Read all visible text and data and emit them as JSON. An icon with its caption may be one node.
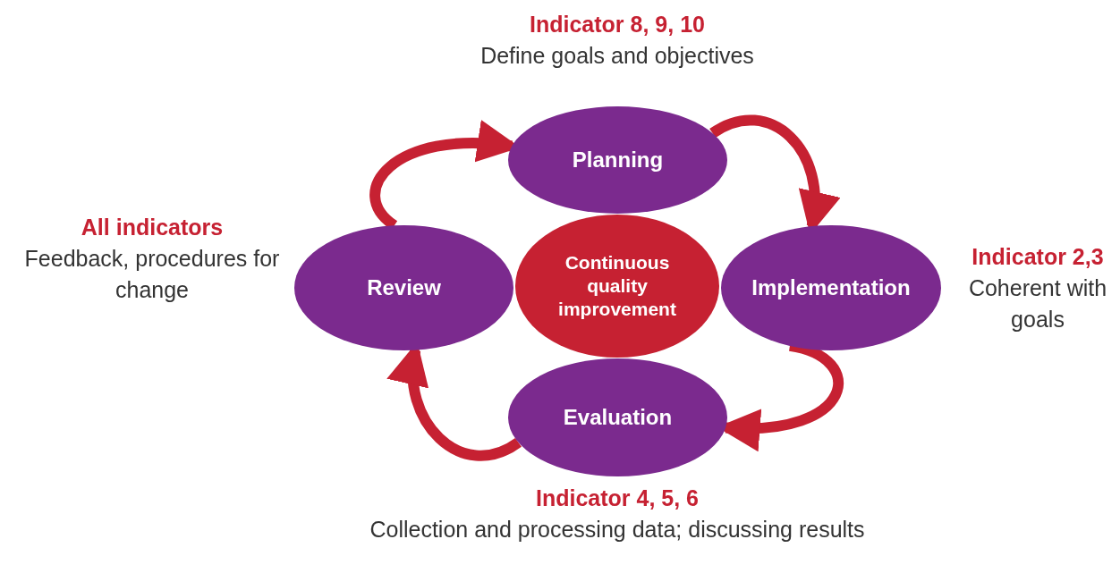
{
  "diagram": {
    "nodes": [
      {
        "text": [
          "Planning"
        ],
        "beside": [
          "Indicator 8, 9, 10",
          "Define goals and objectives"
        ]
      },
      {
        "text": [
          "Review"
        ],
        "beside": [
          "All indicators",
          "Feedback, procedures for change"
        ]
      },
      {
        "text": [
          "Continuous quality improvement"
        ]
      },
      {
        "text": [
          "Implementation"
        ],
        "beside": [
          "Indicator 2,3",
          "Coherent with goals"
        ]
      },
      {
        "text": [
          "Evaluation"
        ],
        "beside": [
          "Indicator 4, 5, 6",
          "Collection and processing data; discussing results"
        ]
      }
    ],
    "edges": [
      {
        "from": 0,
        "to": 3,
        "arrow": "to"
      },
      {
        "from": 3,
        "to": 4,
        "arrow": "to"
      },
      {
        "from": 4,
        "to": 1,
        "arrow": "to"
      },
      {
        "from": 1,
        "to": 0,
        "arrow": "to"
      }
    ]
  }
}
